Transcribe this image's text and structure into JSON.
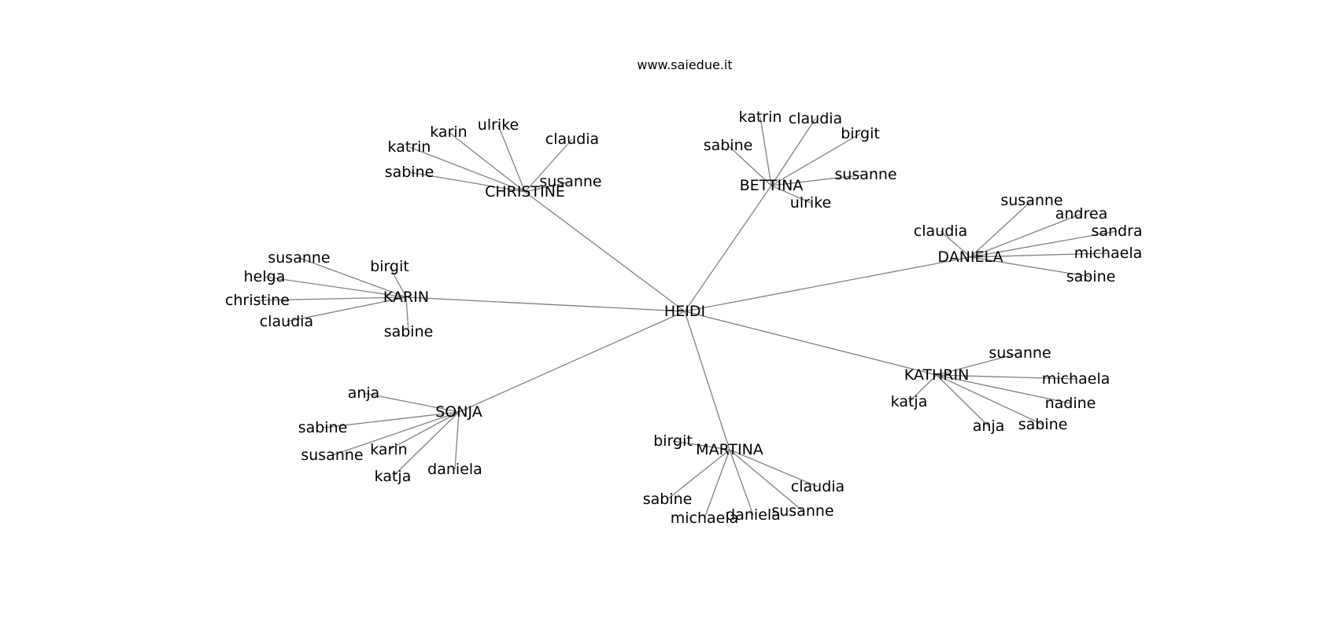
{
  "site_label": "www.saiedue.it",
  "graph": {
    "center": "HEIDI",
    "clusters": [
      {
        "hub": "CHRISTINE",
        "leaves": [
          "katrin",
          "karin",
          "ulrike",
          "claudia",
          "sabine",
          "susanne"
        ]
      },
      {
        "hub": "BETTINA",
        "leaves": [
          "katrin",
          "claudia",
          "sabine",
          "birgit",
          "susanne",
          "ulrike"
        ]
      },
      {
        "hub": "DANIELA",
        "leaves": [
          "susanne",
          "andrea",
          "claudia",
          "sandra",
          "michaela",
          "sabine"
        ]
      },
      {
        "hub": "KARIN",
        "leaves": [
          "susanne",
          "birgit",
          "helga",
          "christine",
          "claudia",
          "sabine"
        ]
      },
      {
        "hub": "KATHRIN",
        "leaves": [
          "susanne",
          "michaela",
          "katja",
          "nadine",
          "anja",
          "sabine"
        ]
      },
      {
        "hub": "SONJA",
        "leaves": [
          "anja",
          "sabine",
          "karin",
          "susanne",
          "daniela",
          "katja"
        ]
      },
      {
        "hub": "MARTINA",
        "leaves": [
          "birgit",
          "claudia",
          "sabine",
          "susanne",
          "daniela",
          "michaela"
        ]
      }
    ]
  }
}
